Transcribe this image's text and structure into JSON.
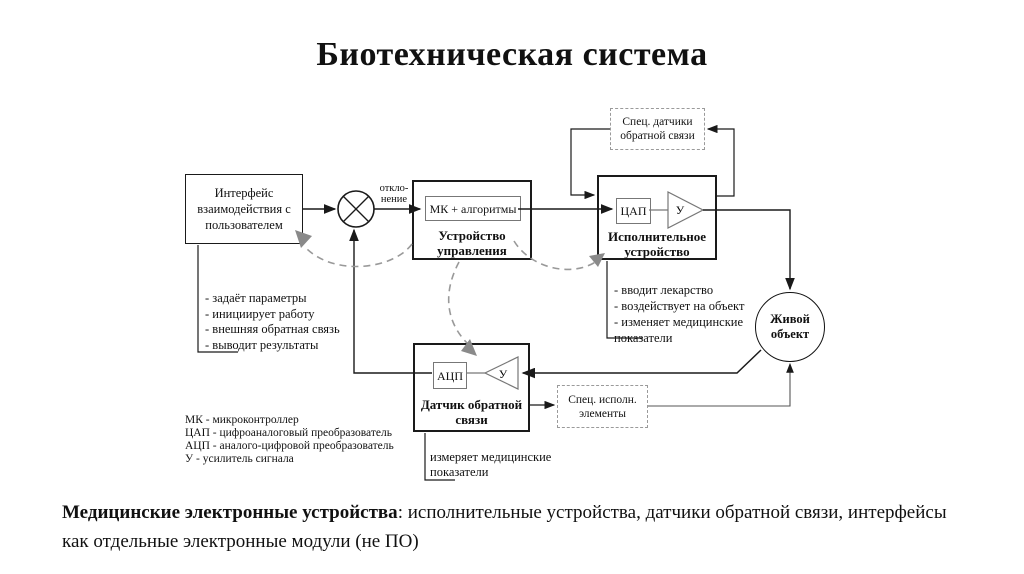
{
  "title": "Биотехническая система",
  "diagram": {
    "interface_box": {
      "label": "Интерфейс взаимодействия с пользователем"
    },
    "deviation": {
      "line1": "откло-",
      "line2": "нение"
    },
    "control_unit": {
      "inner_label": "МК + алгоритмы",
      "label": "Устройство управления"
    },
    "actuator": {
      "dac_label": "ЦАП",
      "amp_label": "У",
      "label": "Исполнительное устройство"
    },
    "spec_sensors": {
      "label": "Спец. датчики обратной связи"
    },
    "living_object": {
      "label": "Живой объект"
    },
    "feedback_sensor": {
      "adc_label": "АЦП",
      "amp_label": "У",
      "label": "Датчик обратной связи"
    },
    "spec_actuators": {
      "label": "Спец. исполн. элементы"
    },
    "interface_functions": [
      "- задаёт параметры",
      "- инициирует работу",
      "- внешняя обратная связь",
      "- выводит результаты"
    ],
    "actuator_functions": [
      "- вводит лекарство",
      "- воздействует на объект",
      "- изменяет медицинские",
      "показатели"
    ],
    "sensor_function": "измеряет медицинские показатели",
    "legend": [
      "МК - микроконтроллер",
      "ЦАП - цифроаналоговый преобразователь",
      "АЦП - аналого-цифровой преобразователь",
      "У - усилитель сигнала"
    ],
    "colors": {
      "line": "#1a1a1a",
      "inner_stroke": "#777777",
      "dashed_pointer": "#999999",
      "pointer_fill": "#8a8a8a"
    }
  },
  "footer": {
    "bold": "Медицинские электронные устройства",
    "rest": ": исполнительные устройства, датчики обратной связи, интерфейсы как отдельные электронные модули (не ПО)"
  }
}
